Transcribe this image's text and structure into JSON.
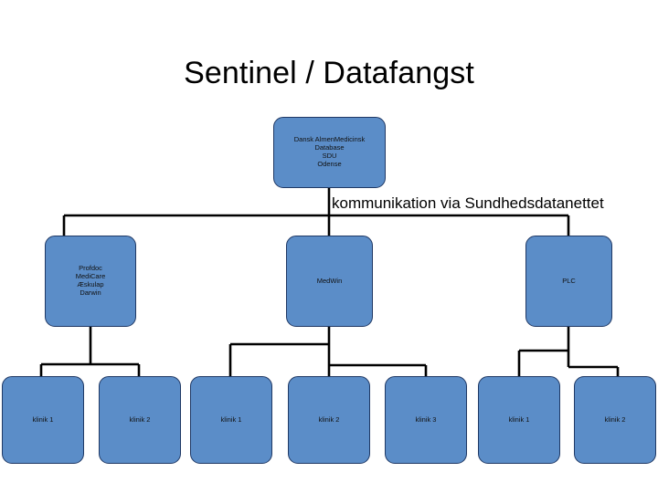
{
  "slide": {
    "title": "Sentinel / Datafangst",
    "background_color": "#ffffff"
  },
  "annotations": {
    "communication_note": "kommunikation via Sundhedsdatanettet"
  },
  "theme": {
    "node_fill": "#5B8DC8",
    "node_border": "#1F3864",
    "connector_color": "#000000",
    "text_color": "#111111",
    "title_color": "#000000"
  },
  "diagram": {
    "type": "organization-tree",
    "root": {
      "id": "dam-database",
      "label": "Dansk AlmenMedicinsk\nDatabase\nSDU\nOdense"
    },
    "level2": [
      {
        "id": "vendor-profdoc",
        "label": "Profdoc\nMediCare\nÆskulap\nDarwin"
      },
      {
        "id": "vendor-medwin",
        "label": "MedWin"
      },
      {
        "id": "vendor-plc",
        "label": "PLC"
      }
    ],
    "level3": [
      {
        "id": "profdoc-klinik-1",
        "parent": "vendor-profdoc",
        "label": "klinik 1"
      },
      {
        "id": "profdoc-klinik-2",
        "parent": "vendor-profdoc",
        "label": "klinik 2"
      },
      {
        "id": "medwin-klinik-1",
        "parent": "vendor-medwin",
        "label": "klinik 1"
      },
      {
        "id": "medwin-klinik-2",
        "parent": "vendor-medwin",
        "label": "klinik 2"
      },
      {
        "id": "medwin-klinik-3",
        "parent": "vendor-medwin",
        "label": "klinik 3"
      },
      {
        "id": "plc-klinik-1",
        "parent": "vendor-plc",
        "label": "klinik 1"
      },
      {
        "id": "plc-klinik-2",
        "parent": "vendor-plc",
        "label": "klinik 2"
      }
    ]
  }
}
